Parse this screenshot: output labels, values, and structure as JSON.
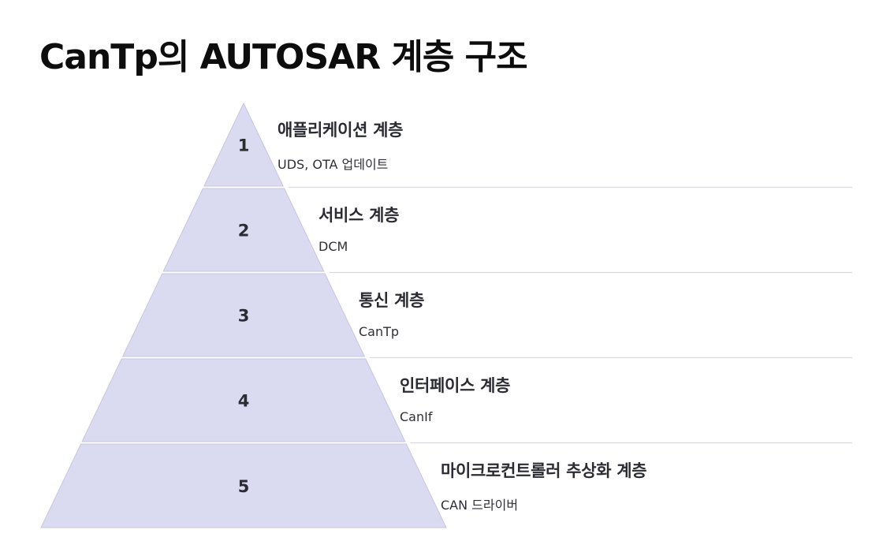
{
  "title": "CanTp의 AUTOSAR 계층 구조",
  "colors": {
    "tier_fill": "#dadaf0",
    "tier_stroke": "#c6c6e2",
    "separator": "#d8d8e6",
    "number_text": "#2b2b33"
  },
  "layers": [
    {
      "number": "1",
      "title": "애플리케이션 계층",
      "description": "UDS, OTA 업데이트"
    },
    {
      "number": "2",
      "title": "서비스 계층",
      "description": "DCM"
    },
    {
      "number": "3",
      "title": "통신 계층",
      "description": "CanTp"
    },
    {
      "number": "4",
      "title": "인터페이스 계층",
      "description": "CanIf"
    },
    {
      "number": "5",
      "title": "마이크로컨트롤러 추상화 계층",
      "description": "CAN 드라이버"
    }
  ]
}
